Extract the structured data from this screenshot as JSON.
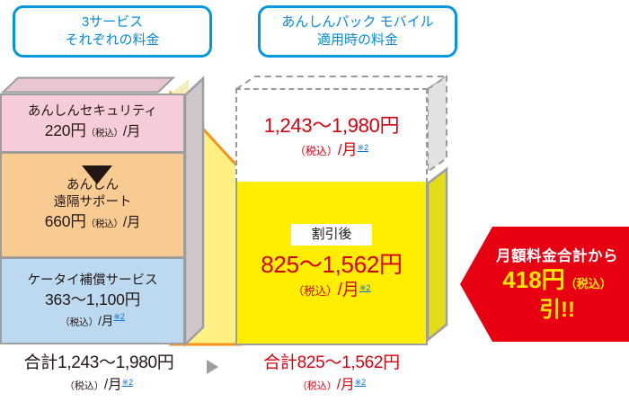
{
  "headers": {
    "left": {
      "line1": "3サービス",
      "line2": "それぞれの料金"
    },
    "right": {
      "line1": "あんしんパック モバイル",
      "line2": "適用時の料金"
    }
  },
  "services": [
    {
      "name": "あんしんセキュリティ",
      "price": "220円",
      "tax": "（税込）",
      "per": "/月",
      "ref": "",
      "color": "#f7ccd9"
    },
    {
      "name_line1": "あんしん",
      "name_line2": "遠隔サポート",
      "price": "660円",
      "tax": "（税込）",
      "per": "/月",
      "ref": "",
      "color": "#f8cb93"
    },
    {
      "name": "ケータイ補償サービス",
      "price": "363〜1,100円",
      "tax": "（税込）",
      "per": "/月",
      "ref": "※2",
      "color": "#bdd9ef"
    }
  ],
  "before": {
    "price": "1,243〜1,980円",
    "tax": "（税込）",
    "per": "/月",
    "ref": "※2"
  },
  "after": {
    "badge": "割引後",
    "price": "825〜1,562円",
    "tax": "（税込）",
    "per": "/月",
    "ref": "※2"
  },
  "callout": {
    "line1": "月額料金合計から",
    "amount": "418円",
    "amount_tax": "（税込）",
    "line3": "引!!"
  },
  "totals": {
    "left": {
      "main": "合計1,243〜1,980円",
      "tax": "（税込）",
      "per": "/月",
      "ref": "※2"
    },
    "right": {
      "main": "合計825〜1,562円",
      "tax": "（税込）",
      "per": "/月",
      "ref": "※2"
    },
    "arrow_icon": "triangle-right-icon"
  },
  "colors": {
    "accent_blue": "#0097e0",
    "red": "#d7000f",
    "callout_red": "#e60012",
    "callout_yellow": "#ffe400",
    "yellow_box": "#ffee00",
    "orange_outline": "#f6921e"
  }
}
